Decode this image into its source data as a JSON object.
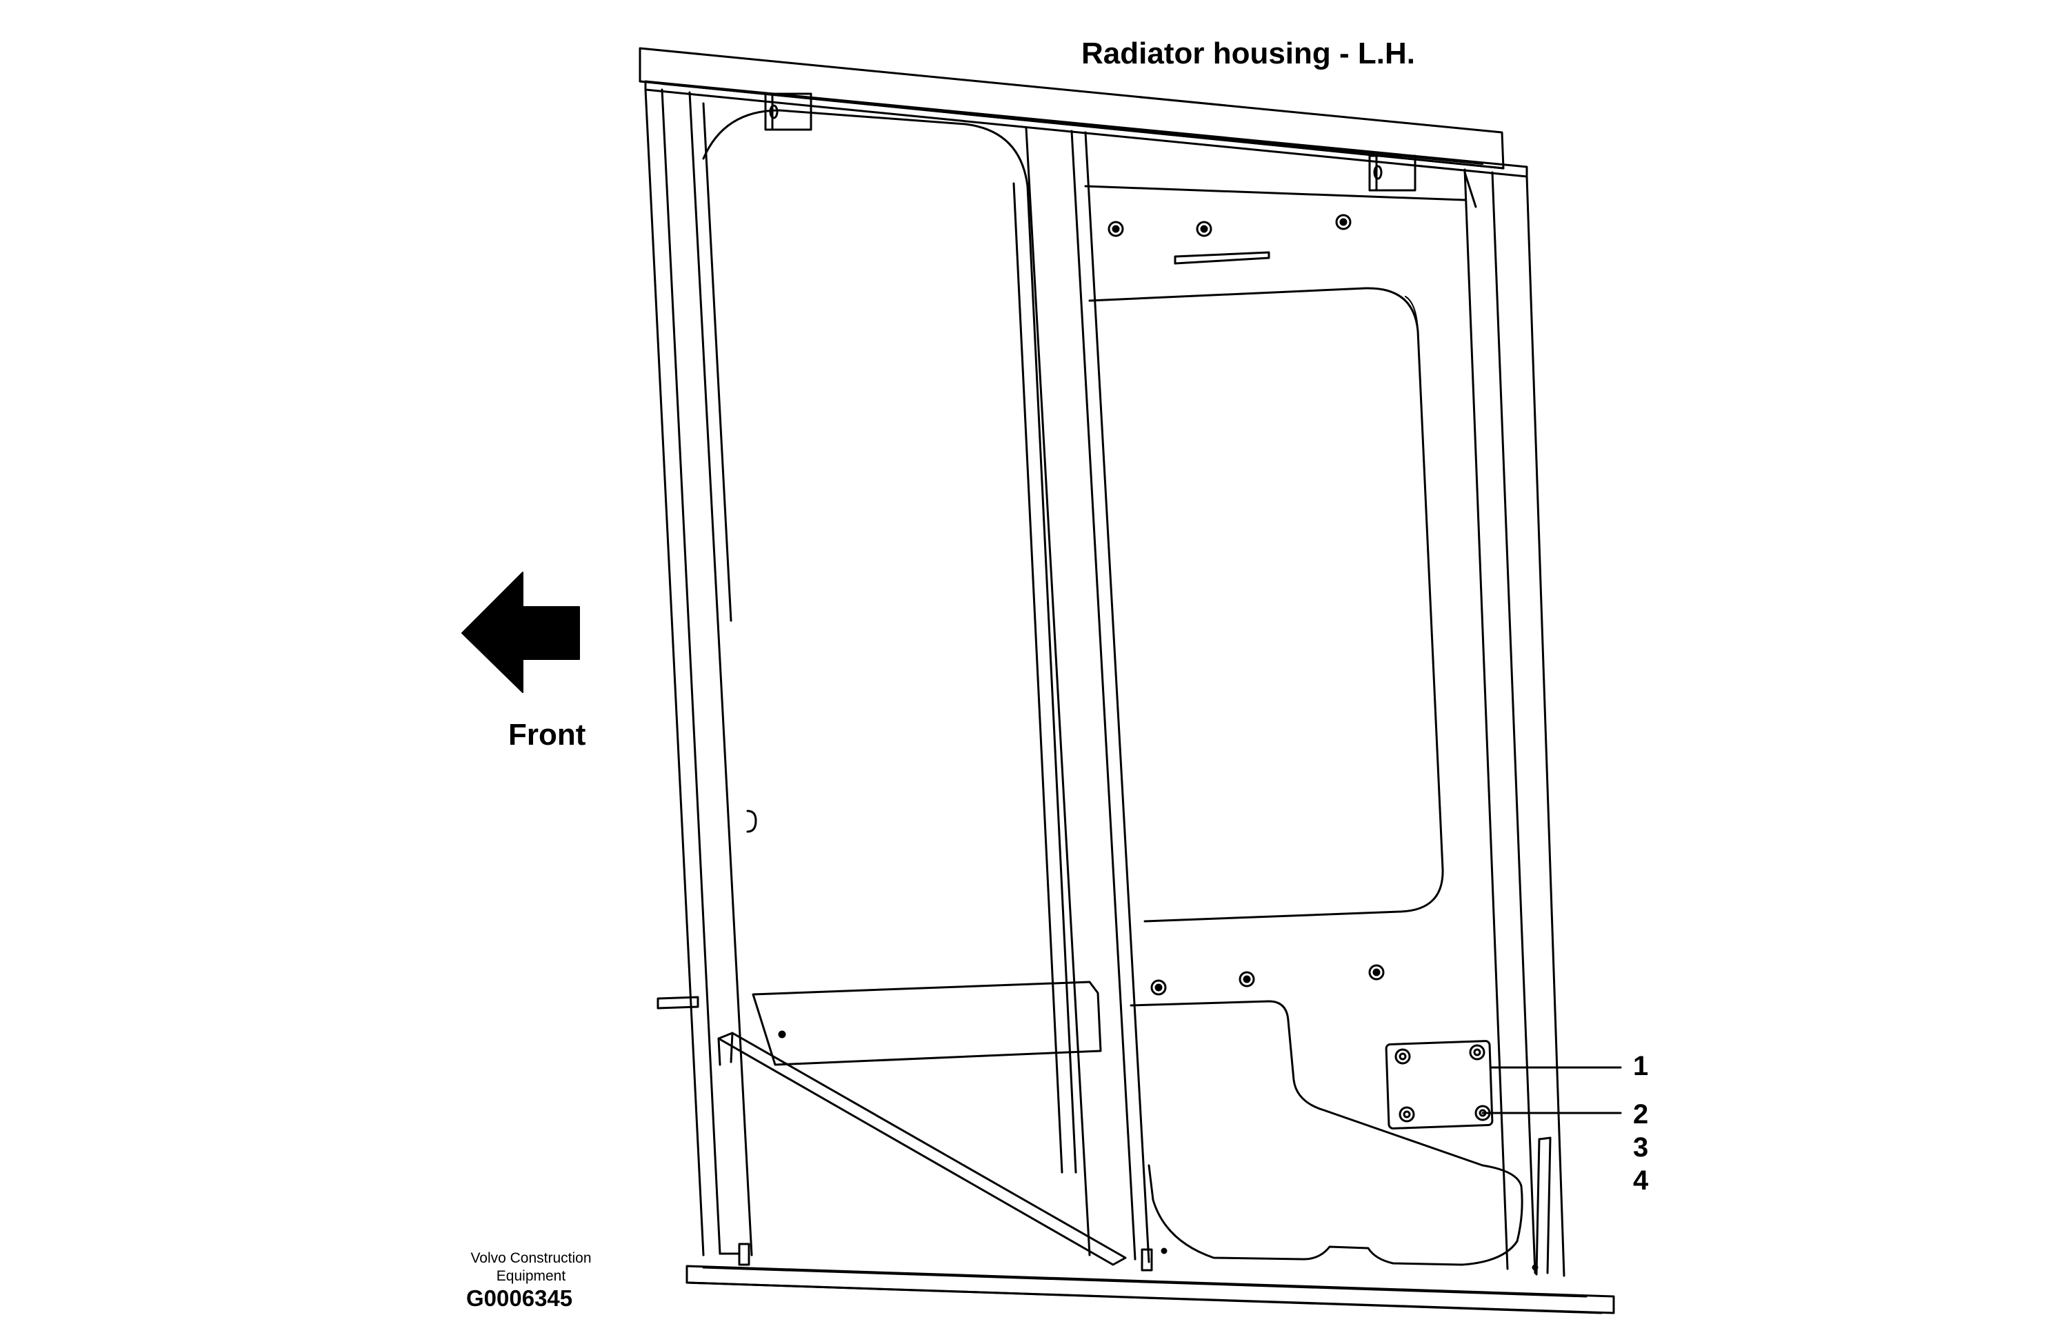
{
  "title": "Radiator housing - L.H.",
  "direction": {
    "label": "Front",
    "arrow_icon": "arrow-left-icon"
  },
  "callouts": [
    "1",
    "2",
    "3",
    "4"
  ],
  "footer": {
    "company_line1": "Volvo Construction",
    "company_line2": "Equipment",
    "drawing_id": "G0006345"
  },
  "colors": {
    "line": "#000000",
    "background": "#ffffff"
  }
}
